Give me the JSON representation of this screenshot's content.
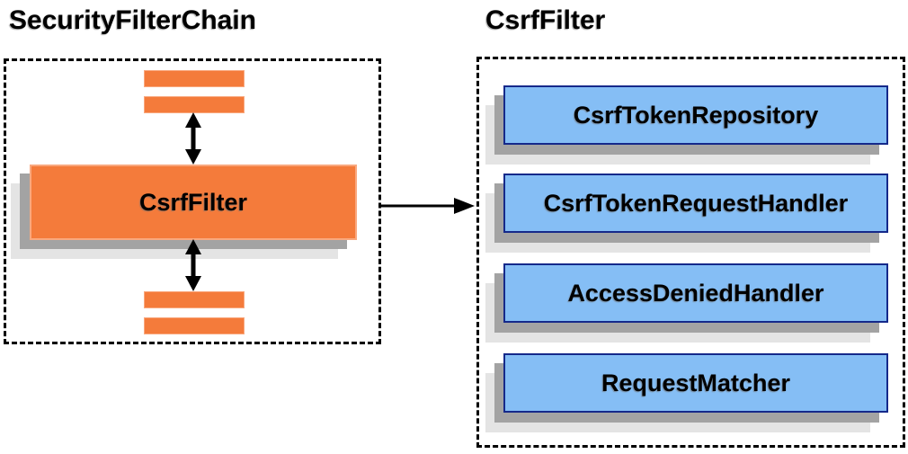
{
  "left_panel": {
    "title": "SecurityFilterChain",
    "filter_box": {
      "label": "CsrfFilter"
    }
  },
  "right_panel": {
    "title": "CsrfFilter",
    "components": [
      {
        "label": "CsrfTokenRepository"
      },
      {
        "label": "CsrfTokenRequestHandler"
      },
      {
        "label": "AccessDeniedHandler"
      },
      {
        "label": "RequestMatcher"
      }
    ]
  },
  "colors": {
    "orange_fill": "#F47B3B",
    "orange_border": "#F9A87E",
    "blue_fill": "#85BEF5",
    "blue_border": "#15298A",
    "shadow_dark": "#A3A3A3",
    "shadow_light": "#E4E4E4",
    "line_and_text": "#000000",
    "background": "#FFFFFF"
  }
}
